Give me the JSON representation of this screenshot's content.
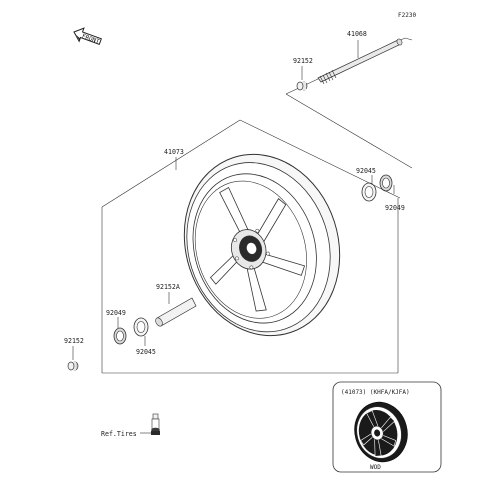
{
  "diagram_code": "F2230",
  "front_arrow_label": "FRONT",
  "parts": {
    "axle": "41068",
    "collar_top": "92152",
    "wheel": "41073",
    "seal_right": "92049",
    "bearing_right": "92045",
    "collar_inner": "92152A",
    "seal_left": "92049",
    "bearing_left": "92045",
    "collar_left": "92152",
    "valve_ref": "Ref.Tires"
  },
  "inset": {
    "title": "(41073) (KHFA/KJFA)",
    "color_label": "WOD"
  },
  "colors": {
    "line": "#333333",
    "rim_dark": "#1a1a1a",
    "metal": "#cfcfcf",
    "background": "#ffffff"
  }
}
